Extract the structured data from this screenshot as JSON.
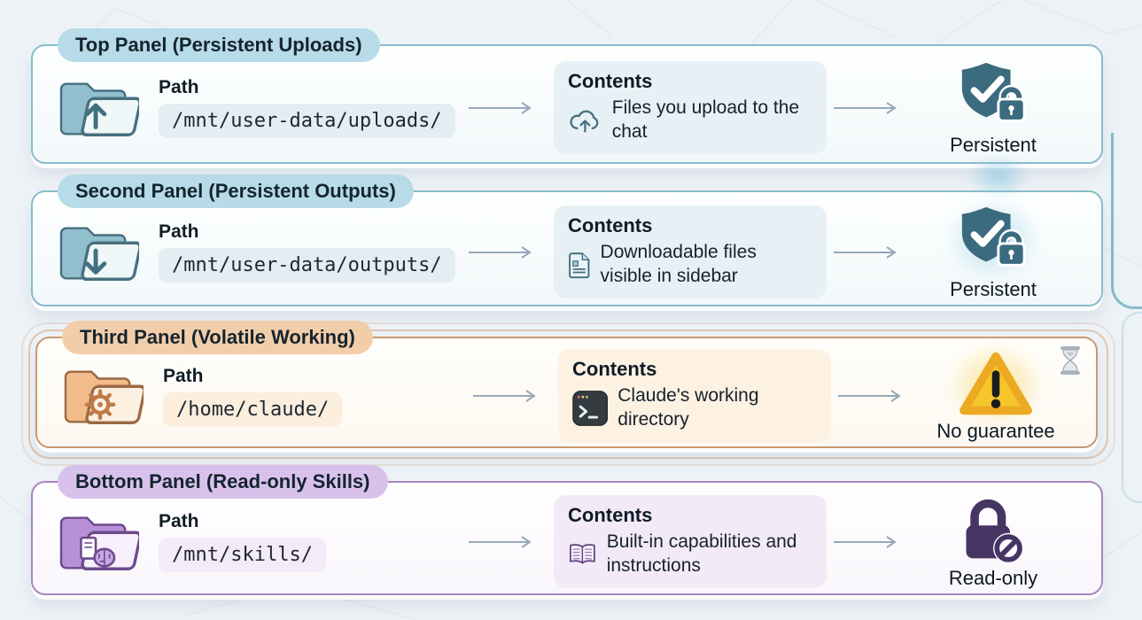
{
  "diagram": {
    "panels": [
      {
        "label": "Top Panel (Persistent Uploads)",
        "accent_color": "#87bccb",
        "folder_icon": "folder-upload-icon",
        "path_label": "Path",
        "path_value": "/mnt/user-data/uploads/",
        "contents_title": "Contents",
        "contents_icon": "cloud-upload-icon",
        "contents_text": "Files you upload to the chat",
        "status_icon": "shield-check-lock-icon",
        "status_label": "Persistent"
      },
      {
        "label": "Second Panel (Persistent Outputs)",
        "accent_color": "#87bccb",
        "folder_icon": "folder-download-icon",
        "path_label": "Path",
        "path_value": "/mnt/user-data/outputs/",
        "contents_title": "Contents",
        "contents_icon": "document-icon",
        "contents_text": "Downloadable files visible in sidebar",
        "status_icon": "shield-check-lock-icon",
        "status_label": "Persistent"
      },
      {
        "label": "Third Panel (Volatile Working)",
        "accent_color": "#c9996f",
        "folder_icon": "folder-gear-icon",
        "path_label": "Path",
        "path_value": "/home/claude/",
        "contents_title": "Contents",
        "contents_icon": "terminal-icon",
        "contents_text": "Claude's working directory",
        "status_icon": "warning-triangle-icon",
        "status_label": "No guarantee",
        "corner_icon": "hourglass-icon"
      },
      {
        "label": "Bottom Panel (Read-only Skills)",
        "accent_color": "#a785c2",
        "folder_icon": "folder-book-brain-icon",
        "path_label": "Path",
        "path_value": "/mnt/skills/",
        "contents_title": "Contents",
        "contents_icon": "open-book-icon",
        "contents_text": "Built-in capabilities and instructions",
        "status_icon": "lock-prohibited-icon",
        "status_label": "Read-only"
      }
    ]
  }
}
